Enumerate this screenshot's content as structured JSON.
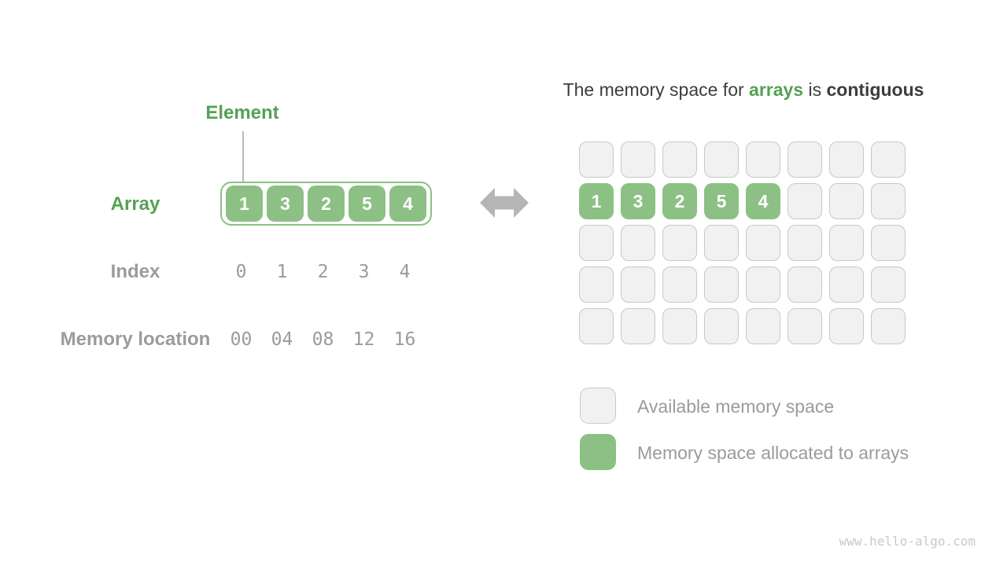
{
  "page": {
    "watermark": "www.hello-algo.com"
  },
  "left_panel": {
    "element_label": "Element",
    "array_label": "Array",
    "array_values": [
      "1",
      "3",
      "2",
      "5",
      "4"
    ],
    "index_label": "Index",
    "index_values": [
      "0",
      "1",
      "2",
      "3",
      "4"
    ],
    "memory_label": "Memory location",
    "memory_values": [
      "00",
      "04",
      "08",
      "12",
      "16"
    ]
  },
  "arrow_icon": "left-right-arrow",
  "right_panel": {
    "title": {
      "prefix": "The memory space for ",
      "highlight": "arrays",
      "middle": " is ",
      "bold": "contiguous"
    },
    "memory_grid": {
      "rows": 5,
      "cols": 8,
      "allocated_row": 1,
      "allocated_values": [
        "1",
        "3",
        "2",
        "5",
        "4"
      ]
    },
    "legend": [
      {
        "type": "available",
        "label": "Available memory space"
      },
      {
        "type": "allocated",
        "label": "Memory space allocated to arrays"
      }
    ]
  },
  "colors": {
    "green_text": "#55a155",
    "green_cell": "#8cc084",
    "gray_text": "#9b9b9b",
    "dark_text": "#3d3d3d",
    "available_cell_bg": "#f1f1f1",
    "available_cell_border": "#c8c8c8",
    "arrow": "#b5b5b5"
  }
}
